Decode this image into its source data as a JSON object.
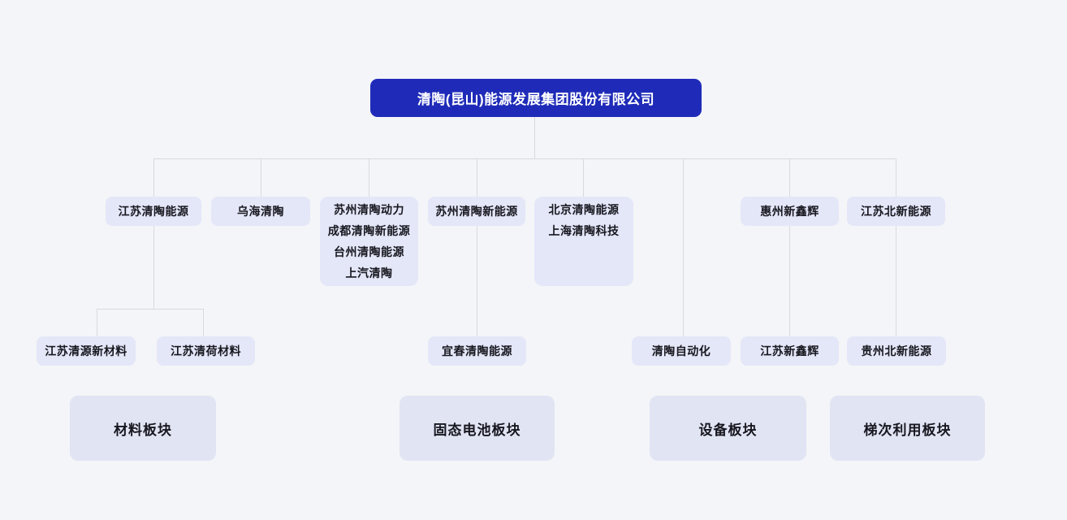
{
  "colors": {
    "page-bg": "#f4f5f8",
    "root-bg": "#1f2bb8",
    "root-text": "#ffffff",
    "node-bg": "#e4e7f8",
    "section-bg": "#e1e4f3",
    "node-text": "#17171f",
    "line": "#d9dae0"
  },
  "org_chart": {
    "root": {
      "label": "清陶(昆山)能源发展集团股份有限公司"
    },
    "level2": [
      {
        "label": "江苏清陶能源"
      },
      {
        "label": "乌海清陶"
      },
      {
        "lines": [
          "苏州清陶动力",
          "成都清陶新能源",
          "台州清陶能源",
          "上汽清陶"
        ]
      },
      {
        "label": "苏州清陶新能源"
      },
      {
        "lines": [
          "北京清陶能源",
          "上海清陶科技"
        ]
      },
      {
        "label": "惠州新鑫辉"
      },
      {
        "label": "江苏北新能源"
      }
    ],
    "level3": [
      {
        "label": "江苏清源新材料"
      },
      {
        "label": "江苏清荷材料"
      },
      {
        "label": "宜春清陶能源"
      },
      {
        "label": "清陶自动化"
      },
      {
        "label": "江苏新鑫辉"
      },
      {
        "label": "贵州北新能源"
      }
    ],
    "sections": [
      {
        "label": "材料板块"
      },
      {
        "label": "固态电池板块"
      },
      {
        "label": "设备板块"
      },
      {
        "label": "梯次利用板块"
      }
    ]
  }
}
